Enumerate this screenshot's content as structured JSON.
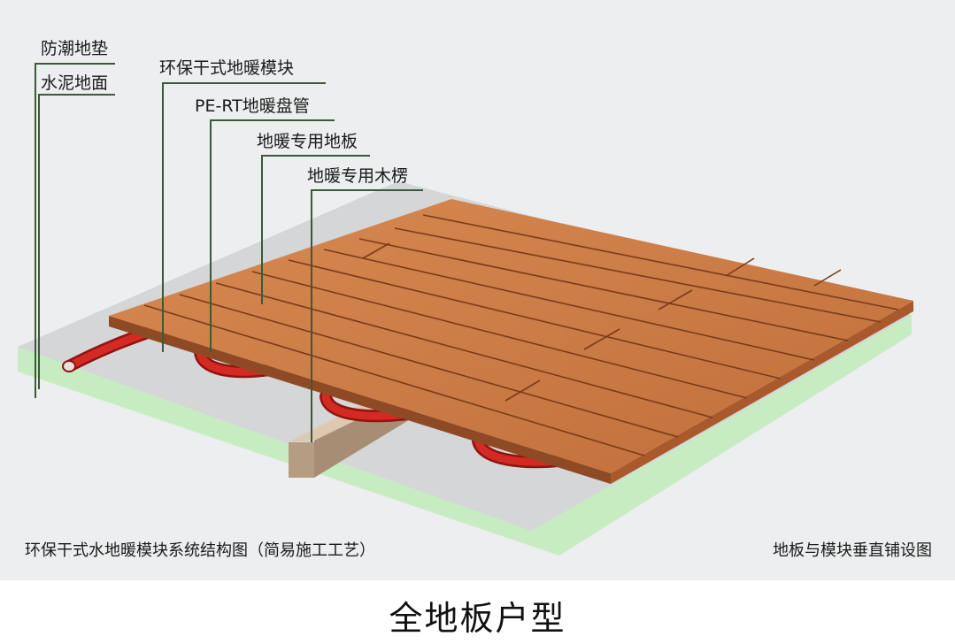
{
  "labels": {
    "moisture_pad": "防潮地垫",
    "cement_floor": "水泥地面",
    "dry_module": "环保干式地暖模块",
    "pert_pipe": "PE-RT地暖盘管",
    "heating_floor": "地暖专用地板",
    "wood_joist": "地暖专用木楞"
  },
  "captions": {
    "left": "环保干式水地暖模块系统结构图（简易施工工艺）",
    "right": "地板与模块垂直铺设图"
  },
  "title": "全地板户型",
  "colors": {
    "panel_bg": "#eceeef",
    "mat_green": "#c8ecc2",
    "cement_gray": "#d4d6d8",
    "board_face": "#cc7a45",
    "board_edge": "#8e4a24",
    "pipe_red": "#d42a23",
    "joist": "#c9b49a",
    "leader_line": "#3a5a3a"
  }
}
